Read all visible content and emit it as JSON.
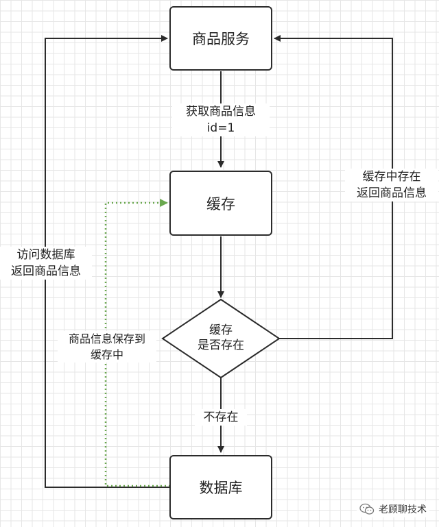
{
  "nodes": {
    "product_service": "商品服务",
    "cache": "缓存",
    "decision": {
      "line1": "缓存",
      "line2": "是否存在"
    },
    "database": "数据库"
  },
  "edges": {
    "fetch": {
      "line1": "获取商品信息",
      "line2": "id=1"
    },
    "cache_hit": {
      "line1": "缓存中存在",
      "line2": "返回商品信息"
    },
    "db_return": {
      "line1": "访问数据库",
      "line2": "返回商品信息"
    },
    "save_cache": {
      "line1": "商品信息保存到",
      "line2": "缓存中"
    },
    "not_exist": "不存在"
  },
  "watermark": {
    "text": "老顾聊技术",
    "icon": "wechat-icon"
  },
  "colors": {
    "line": "#2b2b2b",
    "dotted": "#6aa84f"
  }
}
